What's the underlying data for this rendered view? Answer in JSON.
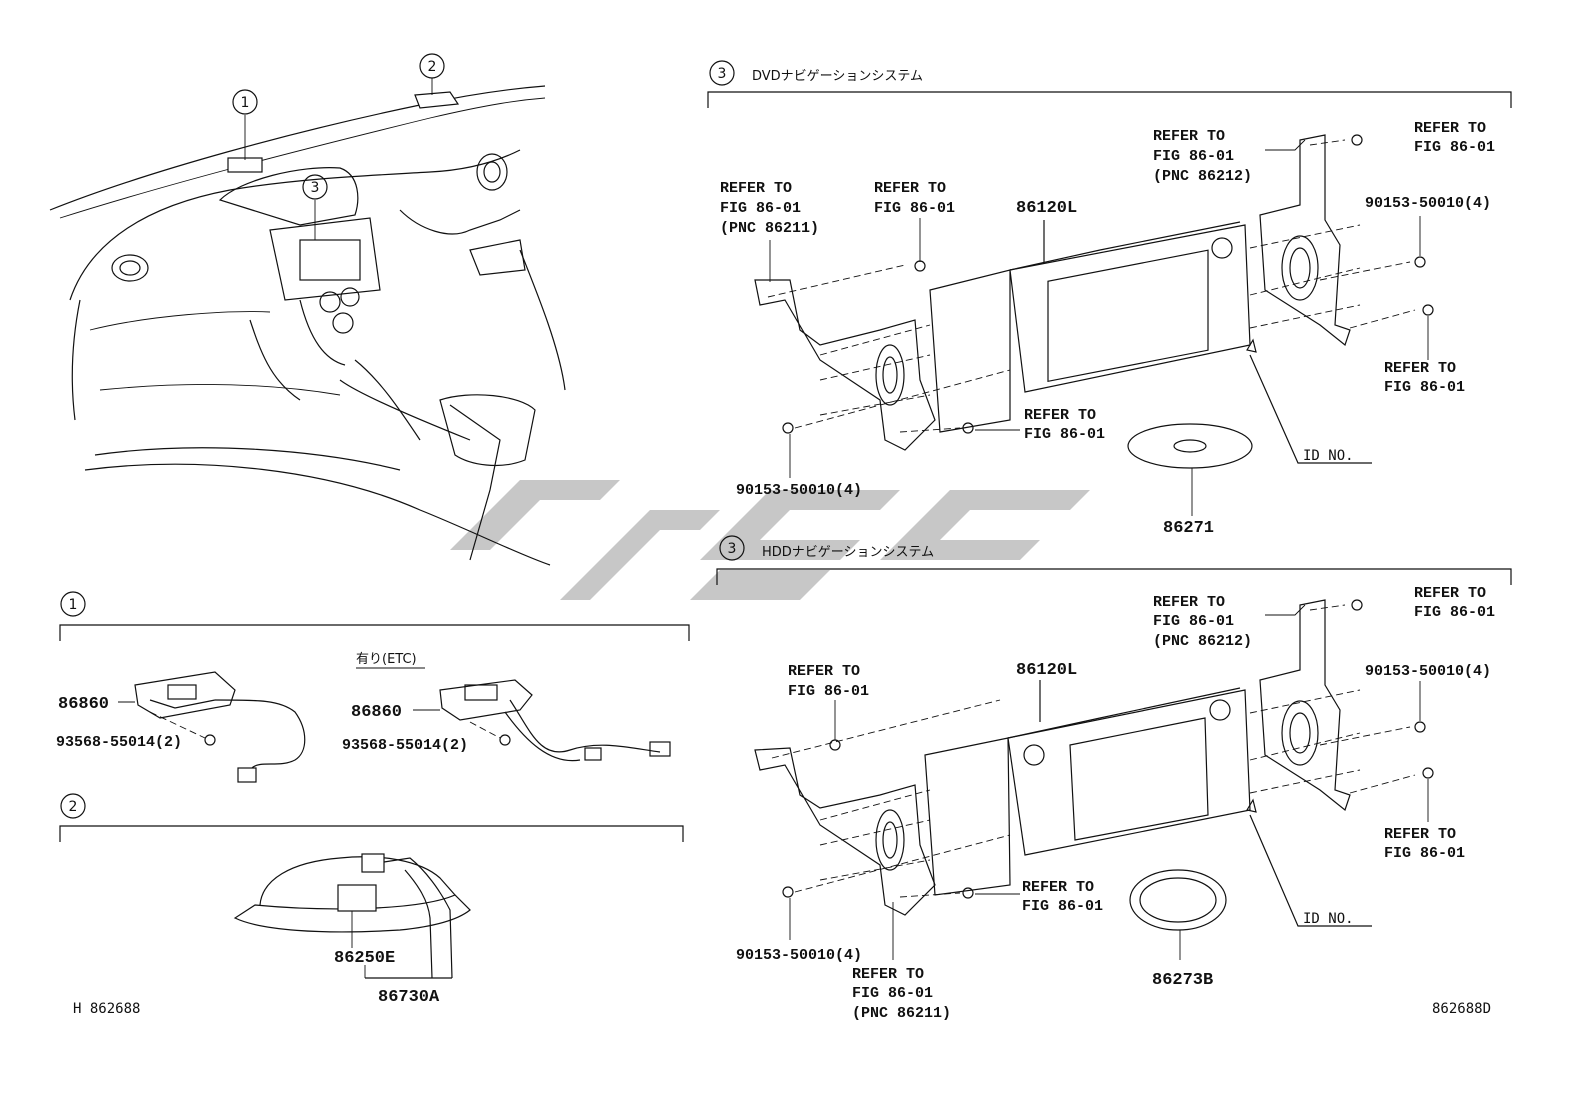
{
  "sections": {
    "dvd": {
      "num": "3",
      "title": "DVDナビゲーションシステム"
    },
    "hdd": {
      "num": "3",
      "title": "HDDナビゲーションシステム"
    },
    "s1": {
      "num": "1"
    },
    "s2": {
      "num": "2"
    }
  },
  "overview": {
    "callouts": [
      "1",
      "2",
      "3"
    ]
  },
  "dvd": {
    "refer_to": "REFER TO",
    "fig": "FIG 86-01",
    "pnc_left": "(PNC 86211)",
    "pnc_right": "(PNC 86212)",
    "unit": "86120L",
    "screw": "90153-50010(4)",
    "disc": "86271",
    "id_no": "ID NO."
  },
  "hdd": {
    "refer_to": "REFER TO",
    "fig": "FIG 86-01",
    "pnc_left": "(PNC 86211)",
    "pnc_right": "(PNC 86212)",
    "unit": "86120L",
    "screw": "90153-50010(4)",
    "ring": "86273B",
    "id_no": "ID NO."
  },
  "s1": {
    "part": "86860",
    "screw": "93568-55014(2)",
    "etc": "有り(ETC)"
  },
  "s2": {
    "part_a": "86250E",
    "part_b": "86730A"
  },
  "footer": {
    "left": "H 862688",
    "right": "862688D"
  },
  "watermark_color": "#bdbdbd"
}
